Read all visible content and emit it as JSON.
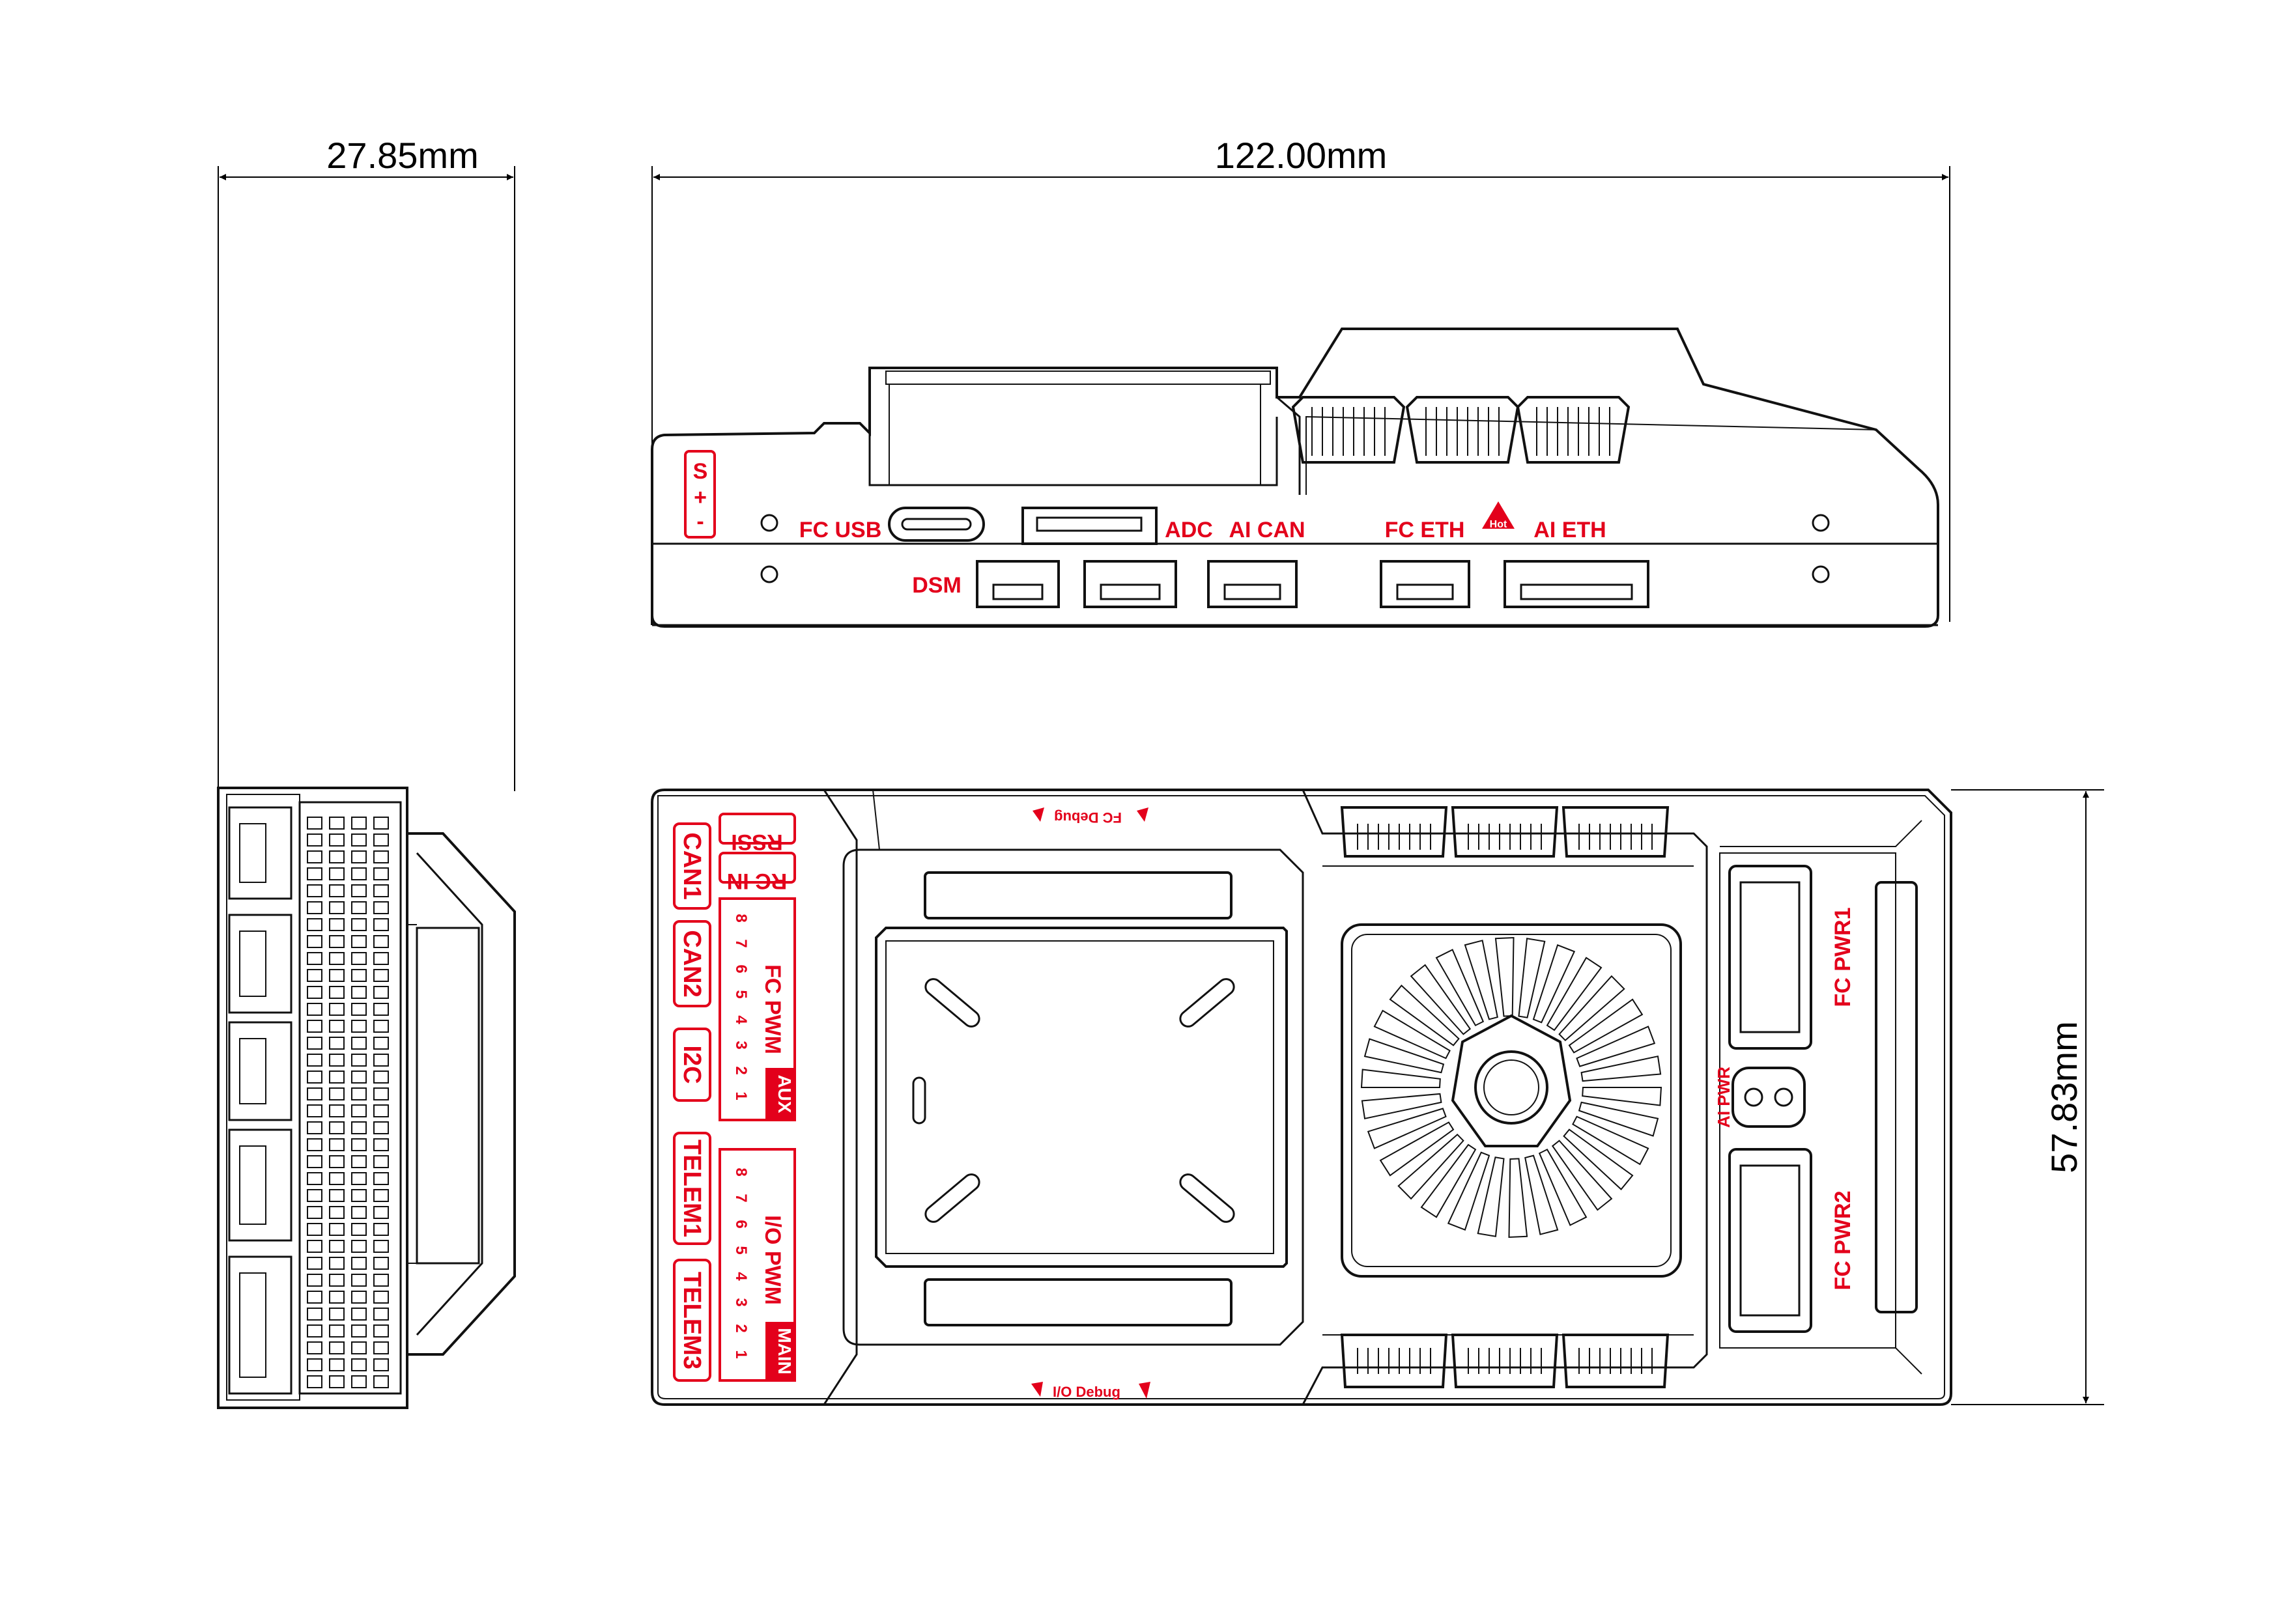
{
  "dimensions": {
    "side_width": "27.85mm",
    "front_width": "122.00mm",
    "top_height": "57.83mm"
  },
  "front_view_labels": {
    "signal": "S",
    "plus": "+",
    "minus": "-",
    "fc_usb": "FC USB",
    "adc": "ADC",
    "ai_can": "AI CAN",
    "fc_eth": "FC ETH",
    "ai_eth": "AI ETH",
    "dsm": "DSM",
    "hot": "Hot"
  },
  "top_view_labels": {
    "can1": "CAN1",
    "can2": "CAN2",
    "i2c": "I2C",
    "telem1": "TELEM1",
    "telem3": "TELEM3",
    "rssi": "RSSI",
    "rc_in": "RC IN",
    "fc_pwm": "FC PWM",
    "io_pwm": "I/O PWM",
    "aux": "AUX",
    "main": "MAIN",
    "pin_numbers": [
      "8",
      "7",
      "6",
      "5",
      "4",
      "3",
      "2",
      "1"
    ],
    "fc_debug": "FC Debug",
    "io_debug": "I/O Debug",
    "fc_pwr1": "FC PWR1",
    "fc_pwr2": "FC PWR2",
    "ai_pwr": "AI PWR"
  },
  "colors": {
    "label_red": "#e3001b",
    "line": "#111111"
  }
}
